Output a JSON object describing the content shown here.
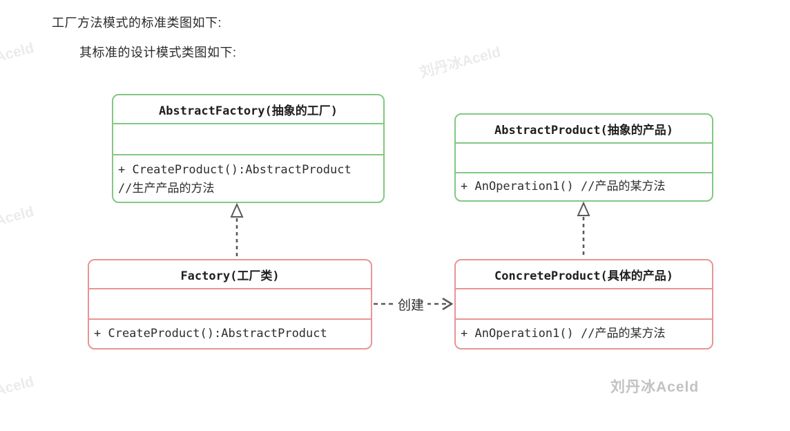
{
  "page": {
    "heading1": "工厂方法模式的标准类图如下:",
    "heading2": "其标准的设计模式类图如下:"
  },
  "classes": [
    {
      "name": "AbstractFactory",
      "title": "AbstractFactory(抽象的工厂)",
      "attributes": "",
      "methods": [
        "+ CreateProduct():AbstractProduct",
        "//生产产品的方法"
      ],
      "border_color": "#82c882"
    },
    {
      "name": "AbstractProduct",
      "title": "AbstractProduct(抽象的产品)",
      "attributes": "",
      "methods": [
        "+ AnOperation1() //产品的某方法"
      ],
      "border_color": "#82c882"
    },
    {
      "name": "Factory",
      "title": "Factory(工厂类)",
      "attributes": "",
      "methods": [
        "+ CreateProduct():AbstractProduct"
      ],
      "border_color": "#e89494"
    },
    {
      "name": "ConcreteProduct",
      "title": "ConcreteProduct(具体的产品)",
      "attributes": "",
      "methods": [
        "+ AnOperation1() //产品的某方法"
      ],
      "border_color": "#e89494"
    }
  ],
  "relations": {
    "create_label": "创建",
    "arrow_color": "#595959",
    "inheritance": [
      {
        "from": "Factory",
        "to": "AbstractFactory"
      },
      {
        "from": "ConcreteProduct",
        "to": "AbstractProduct"
      }
    ],
    "dependency": [
      {
        "from": "Factory",
        "to": "ConcreteProduct",
        "label": "创建"
      }
    ]
  },
  "watermark": {
    "text": "刘丹冰Aceld",
    "solid_color": "#c2c2c2",
    "faint_color": "#ebebeb"
  }
}
